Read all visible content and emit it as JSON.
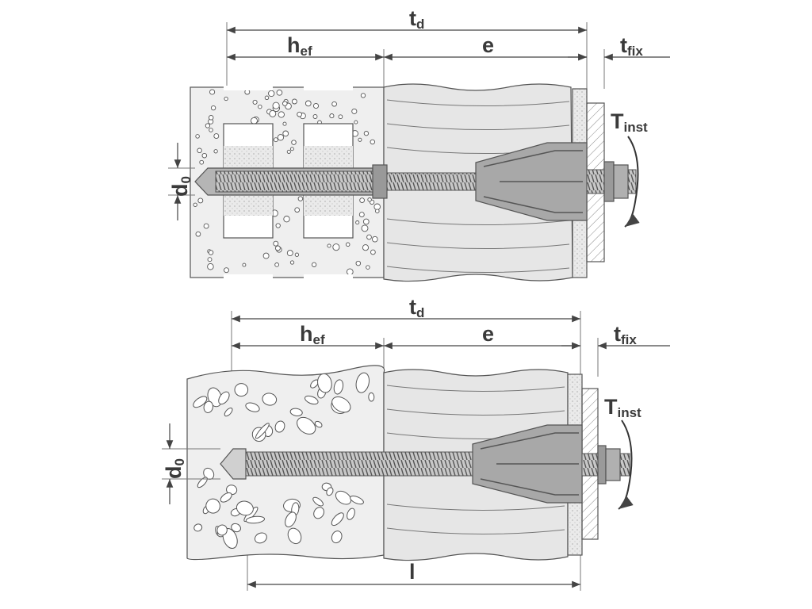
{
  "top_diagram": {
    "labels": {
      "td_main": "t",
      "td_sub": "d",
      "hef_main": "h",
      "hef_sub": "ef",
      "e": "e",
      "tfix_main": "t",
      "tfix_sub": "fix",
      "tinst_main": "T",
      "tinst_sub": "inst",
      "d0_main": "d",
      "d0_sub": "0"
    }
  },
  "bottom_diagram": {
    "labels": {
      "td_main": "t",
      "td_sub": "d",
      "hef_main": "h",
      "hef_sub": "ef",
      "e": "e",
      "tfix_main": "t",
      "tfix_sub": "fix",
      "tinst_main": "T",
      "tinst_sub": "inst",
      "d0_main": "d",
      "d0_sub": "0",
      "l": "l"
    }
  },
  "colors": {
    "concrete": "#eeeeee",
    "insulation": "#e4e4e4",
    "dots": "#ffffff",
    "lines": "#444444",
    "metal": "#9a9a9a",
    "fixture": "#dcdcdc"
  }
}
